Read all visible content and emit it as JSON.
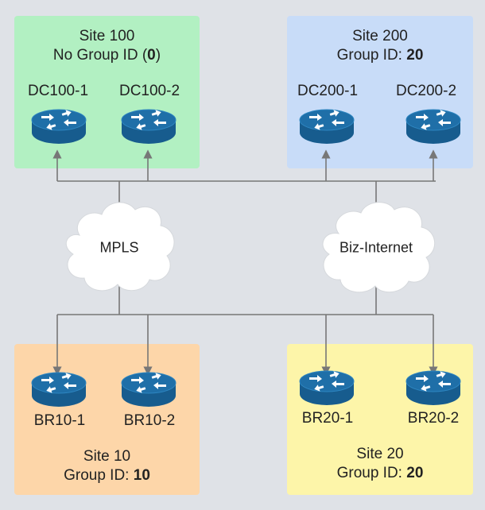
{
  "sites": {
    "site100": {
      "name": "Site 100",
      "group_prefix": "No Group ID (",
      "group_value": "0",
      "group_suffix": ")",
      "color": "#b2f0c2",
      "devices": [
        "DC100-1",
        "DC100-2"
      ]
    },
    "site200": {
      "name": "Site 200",
      "group_prefix": "Group ID: ",
      "group_value": "20",
      "group_suffix": "",
      "color": "#c8dcf8",
      "devices": [
        "DC200-1",
        "DC200-2"
      ]
    },
    "site10": {
      "name": "Site 10",
      "group_prefix": "Group ID: ",
      "group_value": "10",
      "group_suffix": "",
      "color": "#fdd6a9",
      "devices": [
        "BR10-1",
        "BR10-2"
      ]
    },
    "site20": {
      "name": "Site 20",
      "group_prefix": "Group ID: ",
      "group_value": "20",
      "group_suffix": "",
      "color": "#fdf5a9",
      "devices": [
        "BR20-1",
        "BR20-2"
      ]
    }
  },
  "transports": {
    "mpls": "MPLS",
    "internet": "Biz-Internet"
  },
  "colors": {
    "router_body": "#175c8e",
    "router_top": "#1f6fa8",
    "wire": "#777777",
    "cloud": "#ffffff"
  }
}
